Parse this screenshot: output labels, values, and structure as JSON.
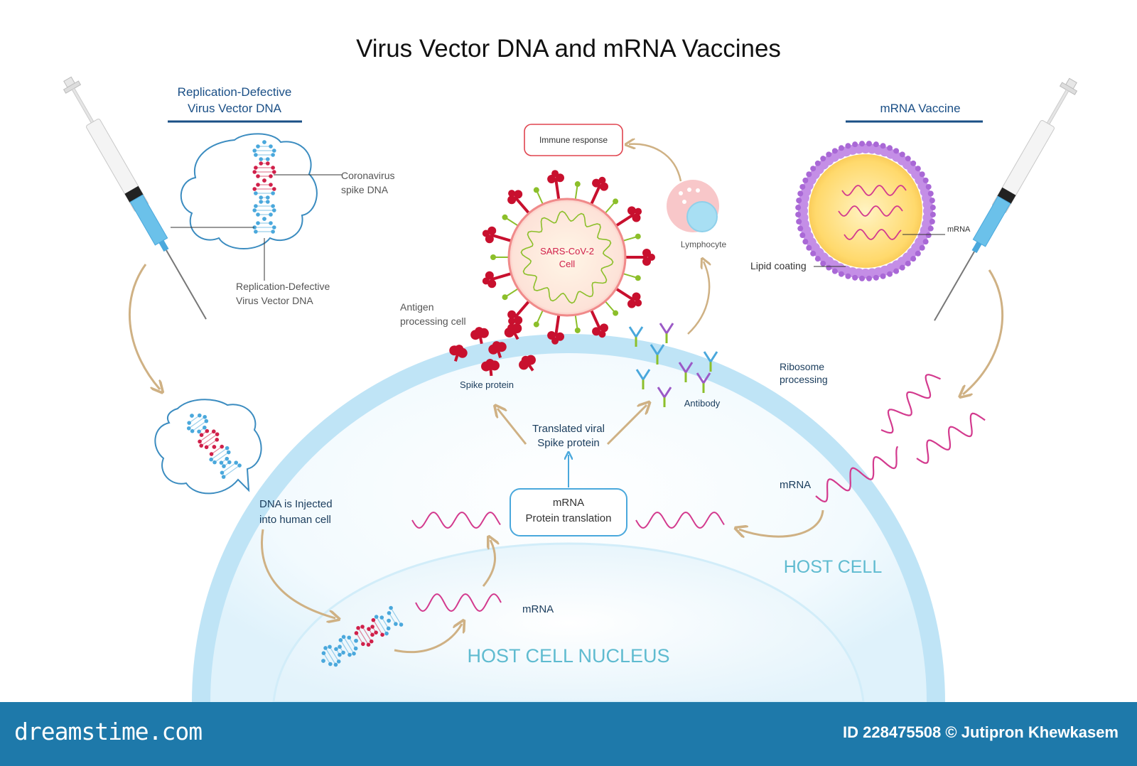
{
  "title": "Virus Vector DNA and mRNA Vaccines",
  "left_panel": {
    "heading_line1": "Replication-Defective",
    "heading_line2": "Virus Vector DNA",
    "label_spike_dna_1": "Coronavirus",
    "label_spike_dna_2": "spike DNA",
    "label_vector_1": "Replication-Defective",
    "label_vector_2": "Virus Vector DNA",
    "injected_1": "DNA is Injected",
    "injected_2": "into human cell"
  },
  "right_panel": {
    "heading": "mRNA Vaccine",
    "label_mrna": "mRNA",
    "label_lipid": "Lipid coating",
    "ribosome_1": "Ribosome",
    "ribosome_2": "processing",
    "mrna_entry": "mRNA"
  },
  "center": {
    "immune_response": "Immune response",
    "virus_1": "SARS-CoV-2",
    "virus_2": "Cell",
    "lymphocyte": "Lymphocyte",
    "apc_1": "Antigen",
    "apc_2": "processing cell",
    "spike_protein": "Spike protein",
    "antibody": "Antibody",
    "translated_1": "Translated viral",
    "translated_2": "Spike protein",
    "box_1": "mRNA",
    "box_2": "Protein translation",
    "nucleus_mrna": "mRNA",
    "host_cell": "HOST CELL",
    "host_nucleus": "HOST CELL NUCLEUS"
  },
  "footer": {
    "brand": "dreamstime.com",
    "credit": "ID 228475508 © Jutipron Khewkasem"
  },
  "colors": {
    "heading_blue": "#1a4f86",
    "dna_blue": "#4aa8dc",
    "dna_red": "#d0204a",
    "rna_pink": "#d33a8e",
    "arrow_tan": "#cfb184",
    "cell_blue": "#bfe4f6",
    "footer_blue": "#1e79aa"
  }
}
